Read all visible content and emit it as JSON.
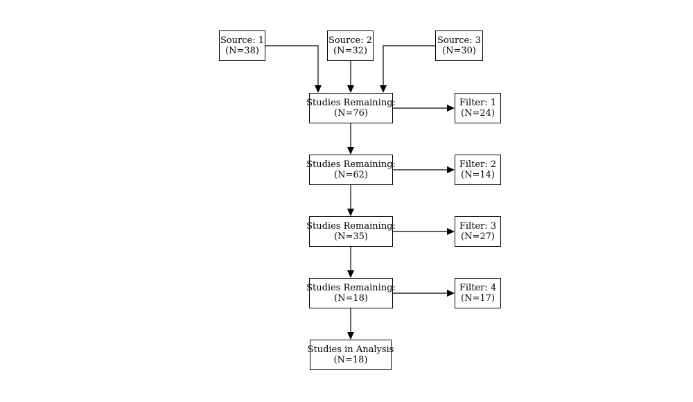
{
  "diagram": {
    "type": "flowchart",
    "background_color": "#ffffff",
    "box_fill_color": "#ffffff",
    "box_border_color": "#000000",
    "text_color": "#000000",
    "arrow_color": "#000000",
    "nodes": {
      "source1": {
        "line1": "Source: 1",
        "line2": "(N=38)"
      },
      "source2": {
        "line1": "Source: 2",
        "line2": "(N=32)"
      },
      "source3": {
        "line1": "Source: 3",
        "line2": "(N=30)"
      },
      "remaining1": {
        "line1": "Studies Remaining:",
        "line2": "(N=76)"
      },
      "filter1": {
        "line1": "Filter: 1",
        "line2": "(N=24)"
      },
      "remaining2": {
        "line1": "Studies Remaining:",
        "line2": "(N=62)"
      },
      "filter2": {
        "line1": "Filter: 2",
        "line2": "(N=14)"
      },
      "remaining3": {
        "line1": "Studies Remaining:",
        "line2": "(N=35)"
      },
      "filter3": {
        "line1": "Filter: 3",
        "line2": "(N=27)"
      },
      "remaining4": {
        "line1": "Studies Remaining:",
        "line2": "(N=18)"
      },
      "filter4": {
        "line1": "Filter: 4",
        "line2": "(N=17)"
      },
      "analysis": {
        "line1": "Studies in Analysis",
        "line2": "(N=18)"
      }
    },
    "edges": [
      {
        "from": "source1",
        "to": "remaining1"
      },
      {
        "from": "source2",
        "to": "remaining1"
      },
      {
        "from": "source3",
        "to": "remaining1"
      },
      {
        "from": "remaining1",
        "to": "filter1"
      },
      {
        "from": "remaining1",
        "to": "remaining2"
      },
      {
        "from": "remaining2",
        "to": "filter2"
      },
      {
        "from": "remaining2",
        "to": "remaining3"
      },
      {
        "from": "remaining3",
        "to": "filter3"
      },
      {
        "from": "remaining3",
        "to": "remaining4"
      },
      {
        "from": "remaining4",
        "to": "filter4"
      },
      {
        "from": "remaining4",
        "to": "analysis"
      }
    ]
  }
}
